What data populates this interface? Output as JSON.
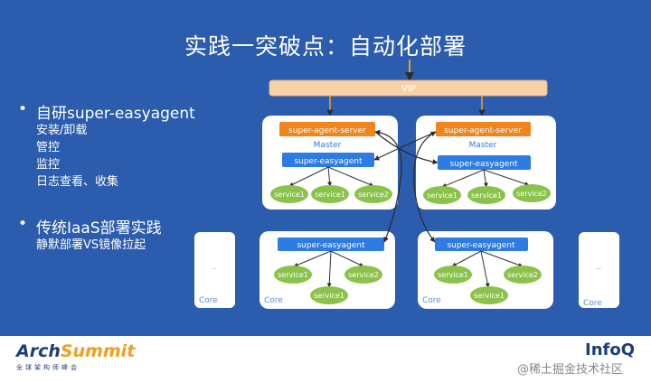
{
  "title": "实践一突破点：自动化部署",
  "left_bullets": [
    {
      "heading": "自研super-easyagent",
      "items": [
        "安装/卸载",
        "管控",
        "监控",
        "日志查看、收集"
      ]
    },
    {
      "heading": "传统IaaS部署实践",
      "items": [
        "静默部署VS镜像拉起"
      ]
    }
  ],
  "diagram": {
    "vip_label": "VIP",
    "master_label": "Master",
    "core_label": "Core",
    "server_label": "super-agent-server",
    "agent_label": "super-easyagent",
    "service1": "service1",
    "service2": "service2"
  },
  "footer": {
    "left_logo_a": "Arch",
    "left_logo_b": "Summit",
    "left_sub": "全球架构师峰会",
    "right_logo": "InfoQ",
    "watermark": "@稀土掘金技术社区"
  },
  "colors": {
    "background": "#2b5cae",
    "server_orange": "#f0851e",
    "agent_blue": "#2e7be3",
    "service_green": "#8bc34a",
    "vip_bar": "#f8d2a6"
  }
}
